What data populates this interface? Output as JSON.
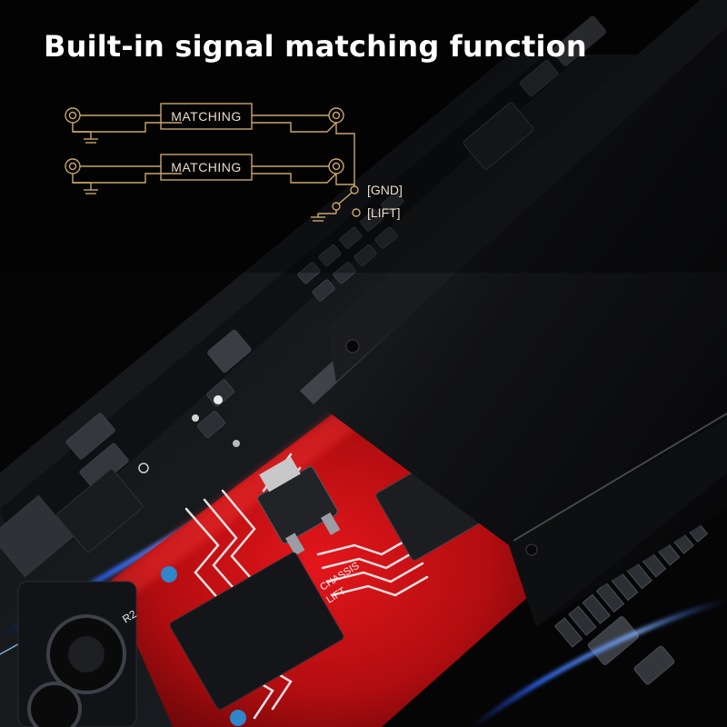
{
  "headline": "Built-in signal matching function",
  "schematic": {
    "block_labels": [
      "MATCHING",
      "MATCHING"
    ],
    "switch_labels": [
      "[GND]",
      "[LIFT]"
    ],
    "line_color": "#c9a66b"
  },
  "photo": {
    "pcb_labels": [
      "CHASSIS",
      "LIFT",
      "R2"
    ]
  }
}
